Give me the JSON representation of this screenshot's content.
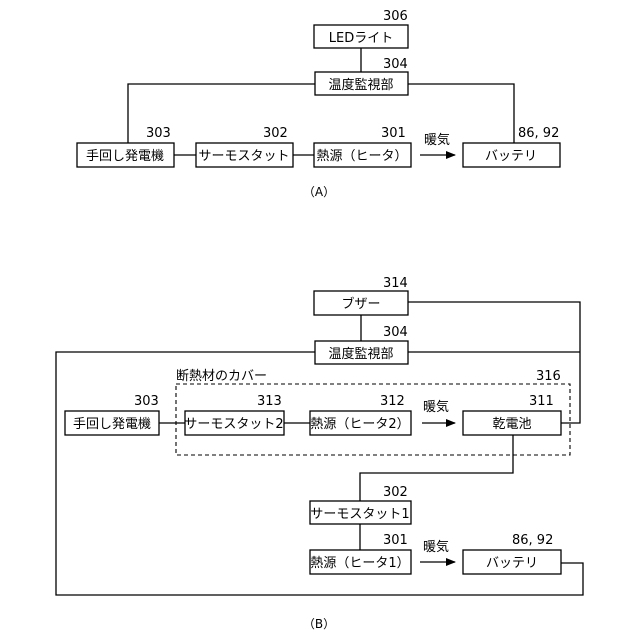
{
  "figure_a": {
    "caption": "（A）",
    "led": {
      "label": "LEDライト",
      "ref": "306"
    },
    "monitor": {
      "label": "温度監視部",
      "ref": "304"
    },
    "generator": {
      "label": "手回し発電機",
      "ref": "303"
    },
    "thermostat": {
      "label": "サーモスタット",
      "ref": "302"
    },
    "heater": {
      "label": "熱源（ヒータ）",
      "ref": "301"
    },
    "warm_air": "暖気",
    "battery": {
      "label": "バッテリ",
      "ref": "86, 92"
    }
  },
  "figure_b": {
    "caption": "（B）",
    "buzzer": {
      "label": "ブザー",
      "ref": "314"
    },
    "monitor": {
      "label": "温度監視部",
      "ref": "304"
    },
    "cover": {
      "label": "断熱材のカバー",
      "ref": "316"
    },
    "generator": {
      "label": "手回し発電機",
      "ref": "303"
    },
    "thermostat2": {
      "label": "サーモスタット2",
      "ref": "313"
    },
    "heater2": {
      "label": "熱源（ヒータ2）",
      "ref": "312"
    },
    "warm_air_top": "暖気",
    "dry_cell": {
      "label": "乾電池",
      "ref": "311"
    },
    "thermostat1": {
      "label": "サーモスタット1",
      "ref": "302"
    },
    "heater1": {
      "label": "熱源（ヒータ1）",
      "ref": "301"
    },
    "warm_air_bottom": "暖気",
    "battery": {
      "label": "バッテリ",
      "ref": "86, 92"
    }
  }
}
